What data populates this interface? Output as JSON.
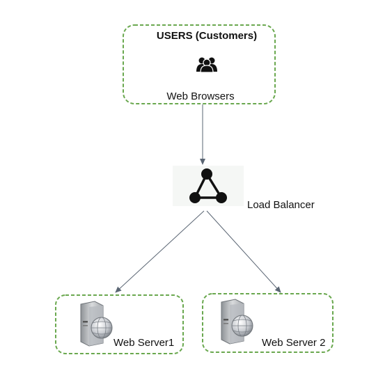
{
  "nodes": {
    "users": {
      "title": "USERS (Customers)",
      "subtitle": "Web Browsers",
      "icon": "users-icon"
    },
    "load_balancer": {
      "label": "Load Balancer",
      "icon": "load-balancer-icon"
    },
    "server1": {
      "label": "Web Server1",
      "icon": "web-server-icon"
    },
    "server2": {
      "label": "Web Server 2",
      "icon": "web-server-icon"
    }
  },
  "colors": {
    "box_border": "#6aa84f",
    "arrow": "#5a6573",
    "text": "#111111",
    "icon_dark": "#111111"
  }
}
